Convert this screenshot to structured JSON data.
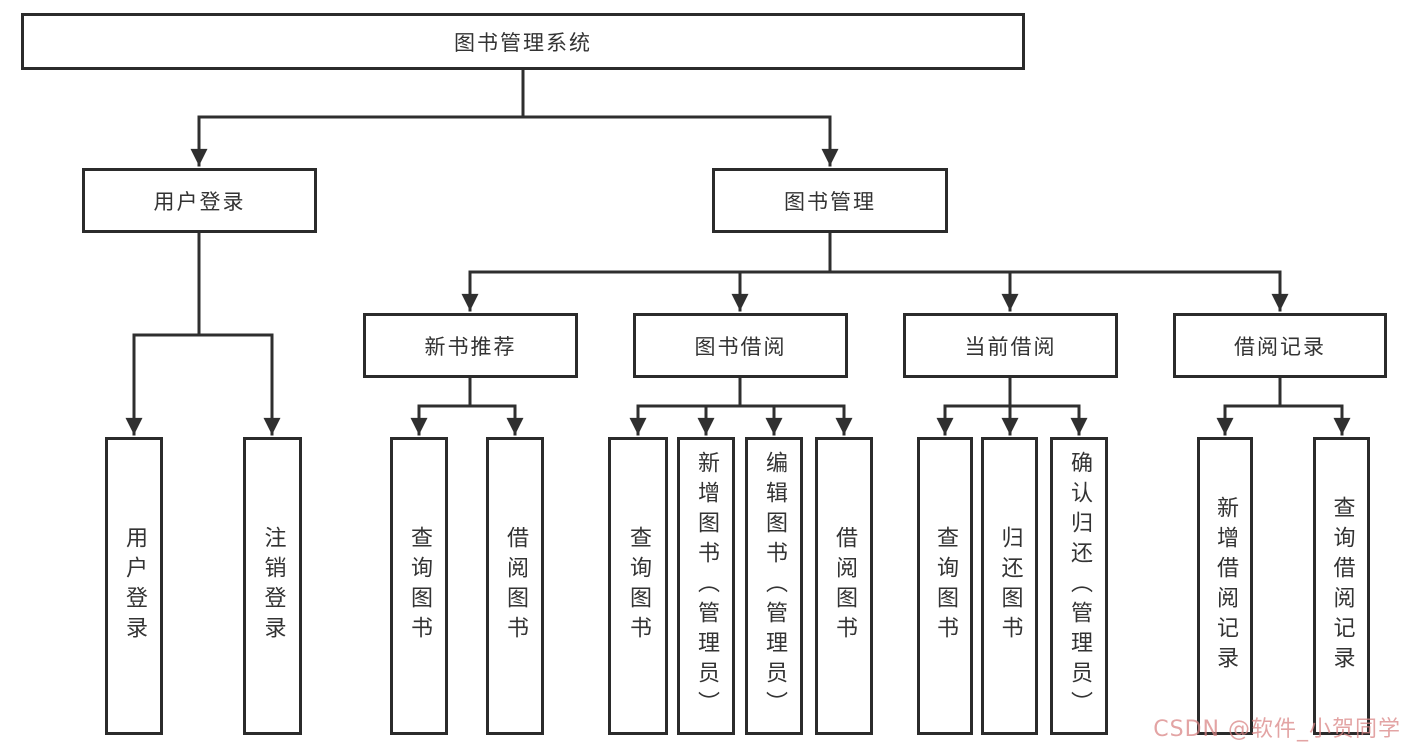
{
  "nodes": {
    "sys": {
      "label": "图书管理系统"
    },
    "userLogin": {
      "label": "用户登录"
    },
    "bookMgmt": {
      "label": "图书管理"
    },
    "newBook": {
      "label": "新书推荐"
    },
    "bookBorrow": {
      "label": "图书借阅"
    },
    "currentBorrow": {
      "label": "当前借阅"
    },
    "borrowRecord": {
      "label": "借阅记录"
    },
    "loginUser": {
      "label": "用户登录"
    },
    "logoutUser": {
      "label": "注销登录"
    },
    "nbQuery": {
      "label": "查询图书"
    },
    "nbBorrow": {
      "label": "借阅图书"
    },
    "bbQuery": {
      "label": "查询图书"
    },
    "bbAdd": {
      "label": "新增图书（管理员）"
    },
    "bbEdit": {
      "label": "编辑图书（管理员）"
    },
    "bbBorrow": {
      "label": "借阅图书"
    },
    "cbQuery": {
      "label": "查询图书"
    },
    "cbReturn": {
      "label": "归还图书"
    },
    "cbConfirm": {
      "label": "确认归还（管理员）"
    },
    "brAdd": {
      "label": "新增借阅记录"
    },
    "brQuery": {
      "label": "查询借阅记录"
    }
  },
  "watermark": {
    "text": "CSDN @软件_小贺同学"
  },
  "colors": {
    "line": "#2f2f2f",
    "border": "#2b2b2b",
    "text": "#333333",
    "watermark": "#d98585",
    "background": "#ffffff"
  }
}
